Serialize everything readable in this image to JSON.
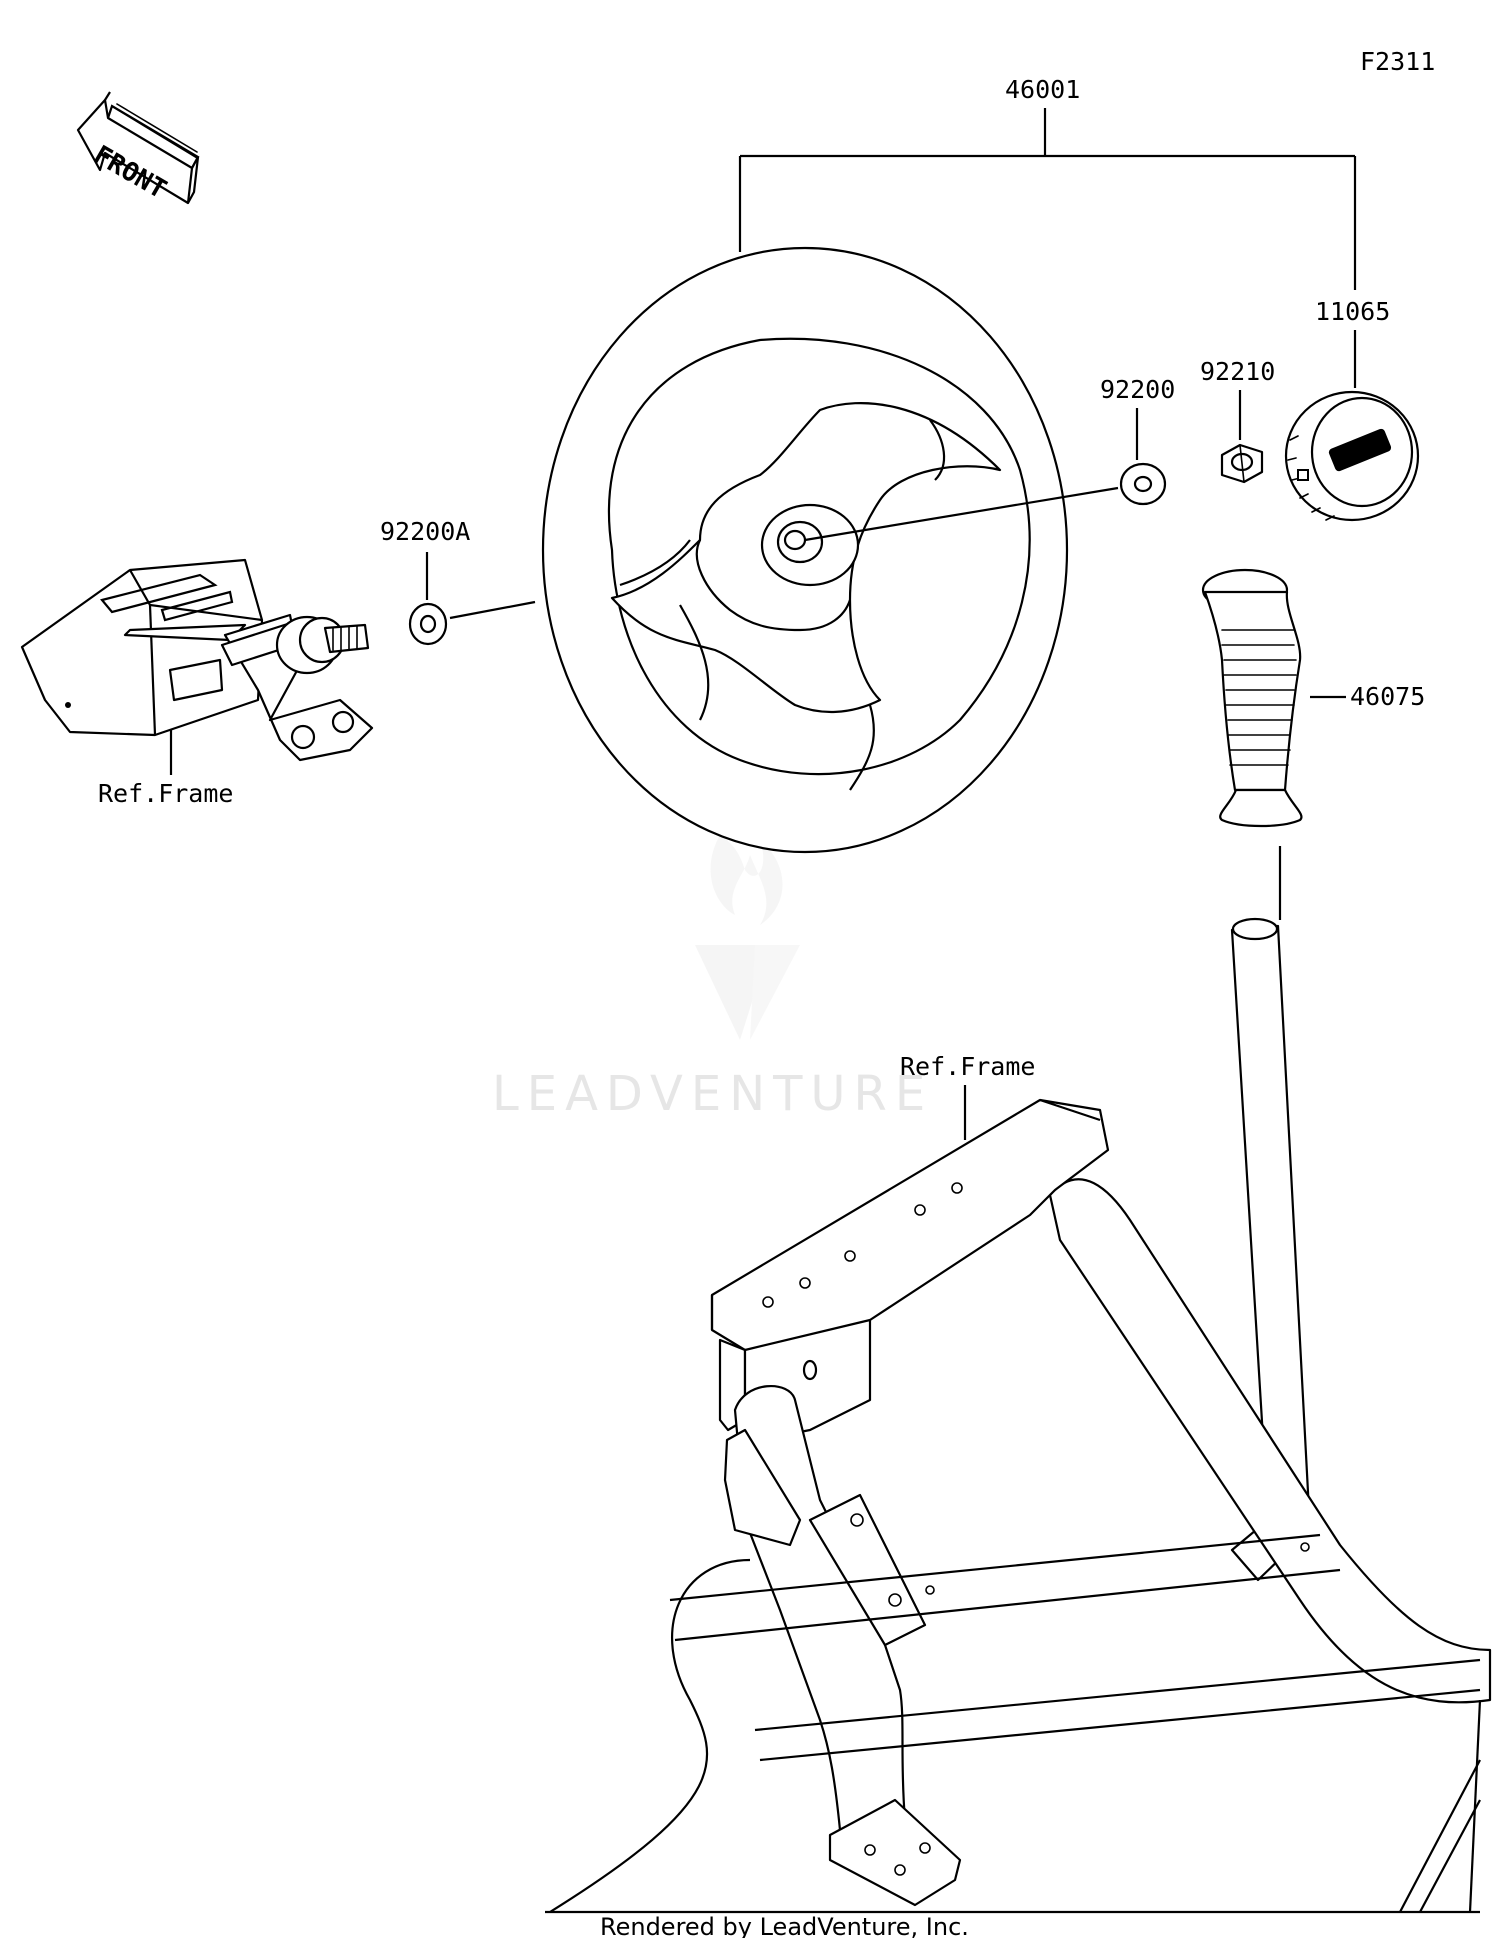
{
  "diagram": {
    "figure_code": "F2311",
    "front_label": "FRONT",
    "footer": "Rendered by LeadVenture, Inc.",
    "watermark": "LEADVENTURE",
    "parts": [
      {
        "id": "46001"
      },
      {
        "id": "11065"
      },
      {
        "id": "92210"
      },
      {
        "id": "92200"
      },
      {
        "id": "92200A"
      },
      {
        "id": "46075"
      }
    ],
    "references": [
      "Ref.Frame",
      "Ref.Frame"
    ]
  }
}
